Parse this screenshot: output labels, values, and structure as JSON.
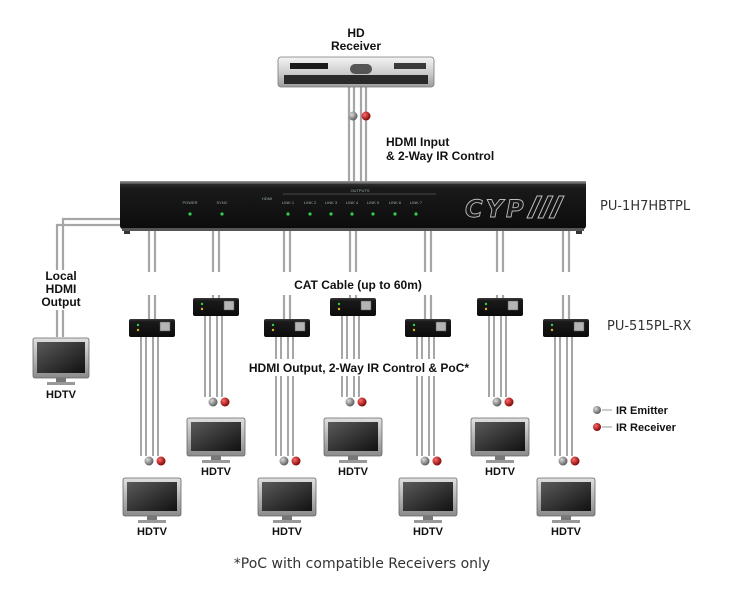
{
  "source": {
    "line1": "HD",
    "line2": "Receiver"
  },
  "input_label": {
    "line1": "HDMI Input",
    "line2": "& 2-Way IR Control"
  },
  "transmitter": {
    "model": "PU-1H7HBTPL",
    "logo": "CYP",
    "leds": [
      "POWER",
      "SYNC",
      "LINK 1",
      "LINK 2",
      "LINK 3",
      "LINK 4",
      "LINK 5",
      "LINK 6",
      "LINK 7"
    ],
    "hdmi_label": "HDMI",
    "bus_label": "OUTPUTS"
  },
  "local_output": {
    "line1": "Local",
    "line2": "HDMI",
    "line3": "Output",
    "tv_label": "HDTV"
  },
  "cat_cable_label": "CAT Cable (up to 60m)",
  "receiver_model": "PU-515PL-RX",
  "output_label": "HDMI Output, 2-Way IR Control & PoC*",
  "receiver_tv_label": "HDTV",
  "legend": {
    "emitter": "IR Emitter",
    "receiver": "IR Receiver"
  },
  "footnote": "*PoC with compatible Receivers only",
  "colors": {
    "ir_emitter": "#8a8a8a",
    "ir_receiver": "#b01818",
    "device": "#1c1c1c",
    "cable": "#a6a6a6"
  }
}
